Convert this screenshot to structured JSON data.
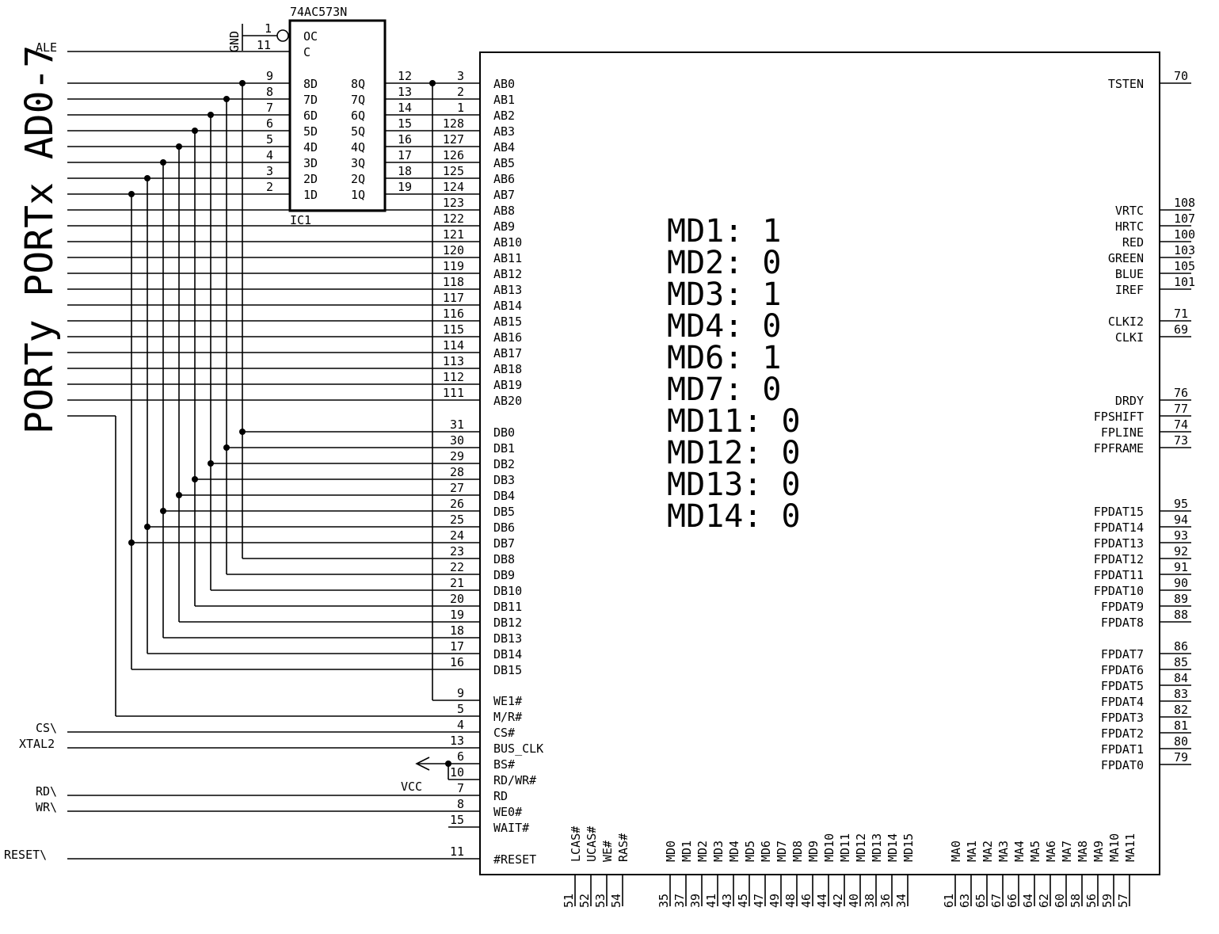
{
  "latch": {
    "part": "74AC573N",
    "ref": "IC1",
    "gnd": "GND",
    "oc_pin": "1",
    "c_pin": "11",
    "oc_label": "OC",
    "c_label": "C",
    "d_pins": [
      "9",
      "8",
      "7",
      "6",
      "5",
      "4",
      "3",
      "2"
    ],
    "d_labels": [
      "8D",
      "7D",
      "6D",
      "5D",
      "4D",
      "3D",
      "2D",
      "1D"
    ],
    "q_labels": [
      "8Q",
      "7Q",
      "6Q",
      "5Q",
      "4Q",
      "3Q",
      "2Q",
      "1Q"
    ],
    "q_pins": [
      "12",
      "13",
      "14",
      "15",
      "16",
      "17",
      "18",
      "19"
    ]
  },
  "left_signals": {
    "ale": "ALE",
    "port_label": "PORTy PORTx AD0-7",
    "cs": "CS\\",
    "xtal2": "XTAL2",
    "rd": "RD\\",
    "wr": "WR\\",
    "reset": "RESET\\",
    "vcc": "VCC"
  },
  "controller": {
    "ab": [
      {
        "name": "AB0",
        "pin": "3"
      },
      {
        "name": "AB1",
        "pin": "2"
      },
      {
        "name": "AB2",
        "pin": "1"
      },
      {
        "name": "AB3",
        "pin": "128"
      },
      {
        "name": "AB4",
        "pin": "127"
      },
      {
        "name": "AB5",
        "pin": "126"
      },
      {
        "name": "AB6",
        "pin": "125"
      },
      {
        "name": "AB7",
        "pin": "124"
      },
      {
        "name": "AB8",
        "pin": "123"
      },
      {
        "name": "AB9",
        "pin": "122"
      },
      {
        "name": "AB10",
        "pin": "121"
      },
      {
        "name": "AB11",
        "pin": "120"
      },
      {
        "name": "AB12",
        "pin": "119"
      },
      {
        "name": "AB13",
        "pin": "118"
      },
      {
        "name": "AB14",
        "pin": "117"
      },
      {
        "name": "AB15",
        "pin": "116"
      },
      {
        "name": "AB16",
        "pin": "115"
      },
      {
        "name": "AB17",
        "pin": "114"
      },
      {
        "name": "AB18",
        "pin": "113"
      },
      {
        "name": "AB19",
        "pin": "112"
      },
      {
        "name": "AB20",
        "pin": "111"
      }
    ],
    "db": [
      {
        "name": "DB0",
        "pin": "31"
      },
      {
        "name": "DB1",
        "pin": "30"
      },
      {
        "name": "DB2",
        "pin": "29"
      },
      {
        "name": "DB3",
        "pin": "28"
      },
      {
        "name": "DB4",
        "pin": "27"
      },
      {
        "name": "DB5",
        "pin": "26"
      },
      {
        "name": "DB6",
        "pin": "25"
      },
      {
        "name": "DB7",
        "pin": "24"
      },
      {
        "name": "DB8",
        "pin": "23"
      },
      {
        "name": "DB9",
        "pin": "22"
      },
      {
        "name": "DB10",
        "pin": "21"
      },
      {
        "name": "DB11",
        "pin": "20"
      },
      {
        "name": "DB12",
        "pin": "19"
      },
      {
        "name": "DB13",
        "pin": "18"
      },
      {
        "name": "DB14",
        "pin": "17"
      },
      {
        "name": "DB15",
        "pin": "16"
      }
    ],
    "ctrl": [
      {
        "name": "WE1#",
        "pin": "9"
      },
      {
        "name": "M/R#",
        "pin": "5"
      },
      {
        "name": "CS#",
        "pin": "4"
      },
      {
        "name": "BUS_CLK",
        "pin": "13"
      },
      {
        "name": "BS#",
        "pin": "6"
      },
      {
        "name": "RD/WR#",
        "pin": "10"
      },
      {
        "name": "RD",
        "pin": "7"
      },
      {
        "name": "WE0#",
        "pin": "8"
      },
      {
        "name": "WAIT#",
        "pin": "15"
      },
      {
        "name": "#RESET",
        "pin": "11"
      }
    ],
    "right": [
      {
        "name": "TSTEN",
        "pin": "70"
      },
      {
        "name": "VRTC",
        "pin": "108"
      },
      {
        "name": "HRTC",
        "pin": "107"
      },
      {
        "name": "RED",
        "pin": "100"
      },
      {
        "name": "GREEN",
        "pin": "103"
      },
      {
        "name": "BLUE",
        "pin": "105"
      },
      {
        "name": "IREF",
        "pin": "101"
      },
      {
        "name": "CLKI2",
        "pin": "71"
      },
      {
        "name": "CLKI",
        "pin": "69"
      },
      {
        "name": "DRDY",
        "pin": "76"
      },
      {
        "name": "FPSHIFT",
        "pin": "77"
      },
      {
        "name": "FPLINE",
        "pin": "74"
      },
      {
        "name": "FPFRAME",
        "pin": "73"
      },
      {
        "name": "FPDAT15",
        "pin": "95"
      },
      {
        "name": "FPDAT14",
        "pin": "94"
      },
      {
        "name": "FPDAT13",
        "pin": "93"
      },
      {
        "name": "FPDAT12",
        "pin": "92"
      },
      {
        "name": "FPDAT11",
        "pin": "91"
      },
      {
        "name": "FPDAT10",
        "pin": "90"
      },
      {
        "name": "FPDAT9",
        "pin": "89"
      },
      {
        "name": "FPDAT8",
        "pin": "88"
      },
      {
        "name": "FPDAT7",
        "pin": "86"
      },
      {
        "name": "FPDAT6",
        "pin": "85"
      },
      {
        "name": "FPDAT5",
        "pin": "84"
      },
      {
        "name": "FPDAT4",
        "pin": "83"
      },
      {
        "name": "FPDAT3",
        "pin": "82"
      },
      {
        "name": "FPDAT2",
        "pin": "81"
      },
      {
        "name": "FPDAT1",
        "pin": "80"
      },
      {
        "name": "FPDAT0",
        "pin": "79"
      }
    ],
    "bottom": [
      {
        "name": "LCAS#",
        "pin": "51"
      },
      {
        "name": "UCAS#",
        "pin": "52"
      },
      {
        "name": "WE#",
        "pin": "53"
      },
      {
        "name": "RAS#",
        "pin": "54"
      },
      {
        "name": "MD0",
        "pin": "35"
      },
      {
        "name": "MD1",
        "pin": "37"
      },
      {
        "name": "MD2",
        "pin": "39"
      },
      {
        "name": "MD3",
        "pin": "41"
      },
      {
        "name": "MD4",
        "pin": "43"
      },
      {
        "name": "MD5",
        "pin": "45"
      },
      {
        "name": "MD6",
        "pin": "47"
      },
      {
        "name": "MD7",
        "pin": "49"
      },
      {
        "name": "MD8",
        "pin": "48"
      },
      {
        "name": "MD9",
        "pin": "46"
      },
      {
        "name": "MD10",
        "pin": "44"
      },
      {
        "name": "MD11",
        "pin": "42"
      },
      {
        "name": "MD12",
        "pin": "40"
      },
      {
        "name": "MD13",
        "pin": "38"
      },
      {
        "name": "MD14",
        "pin": "36"
      },
      {
        "name": "MD15",
        "pin": "34"
      },
      {
        "name": "MA0",
        "pin": "61"
      },
      {
        "name": "MA1",
        "pin": "63"
      },
      {
        "name": "MA2",
        "pin": "65"
      },
      {
        "name": "MA3",
        "pin": "67"
      },
      {
        "name": "MA4",
        "pin": "66"
      },
      {
        "name": "MA5",
        "pin": "64"
      },
      {
        "name": "MA6",
        "pin": "62"
      },
      {
        "name": "MA7",
        "pin": "60"
      },
      {
        "name": "MA8",
        "pin": "58"
      },
      {
        "name": "MA9",
        "pin": "56"
      },
      {
        "name": "MA10",
        "pin": "59"
      },
      {
        "name": "MA11",
        "pin": "57"
      }
    ]
  },
  "config": [
    "MD1: 1",
    "MD2: 0",
    "MD3: 1",
    "MD4: 0",
    "MD6: 1",
    "MD7: 0",
    "MD11: 0",
    "MD12: 0",
    "MD13: 0",
    "MD14: 0"
  ]
}
